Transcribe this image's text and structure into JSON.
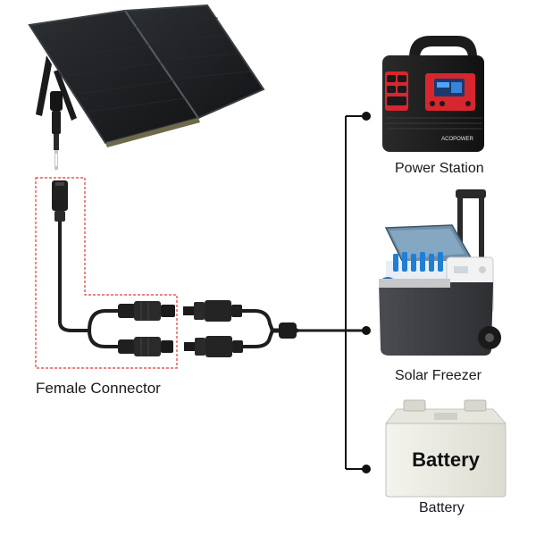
{
  "labels": {
    "female_connector": "Female Connector",
    "power_station": "Power Station",
    "solar_freezer": "Solar Freezer",
    "battery": "Battery"
  },
  "product_text": {
    "battery_face": "Battery",
    "station_brand": "ACOPOWER"
  },
  "icons": {
    "solar_panel": "solar-panel-icon",
    "power_station": "power-station-icon",
    "solar_freezer": "solar-freezer-icon",
    "battery": "battery-icon",
    "connector": "mc4-connector-icon"
  },
  "colors": {
    "cable": "#1e1e1e",
    "highlight_box": "#e23a3a",
    "station_accent": "#d7262e",
    "freezer_shell": "#3d3f44",
    "battery_body": "#eeeee6"
  }
}
